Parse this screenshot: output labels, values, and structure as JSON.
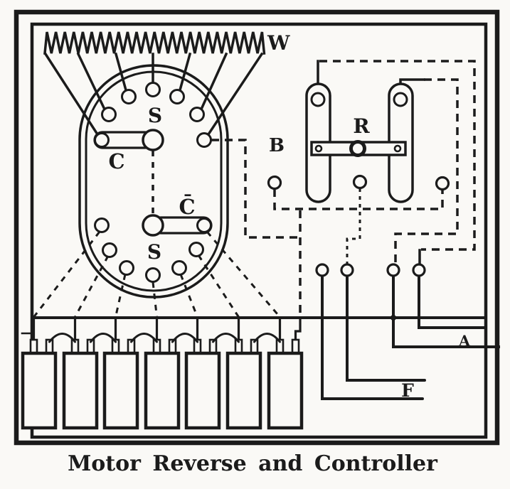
{
  "figure": {
    "caption": "Motor Reverse and Controller",
    "labels": {
      "resistance_winding": "W",
      "segments_upper": "S",
      "contact_arm_upper": "C",
      "contact_arm_lower": "C̄",
      "segments_lower": "S",
      "battery_lead": "B",
      "reverse_switch": "R",
      "armature_lead": "A",
      "field_lead": "F"
    },
    "colors": {
      "ink": "#1b1b1b",
      "paper": "#faf9f6"
    }
  }
}
